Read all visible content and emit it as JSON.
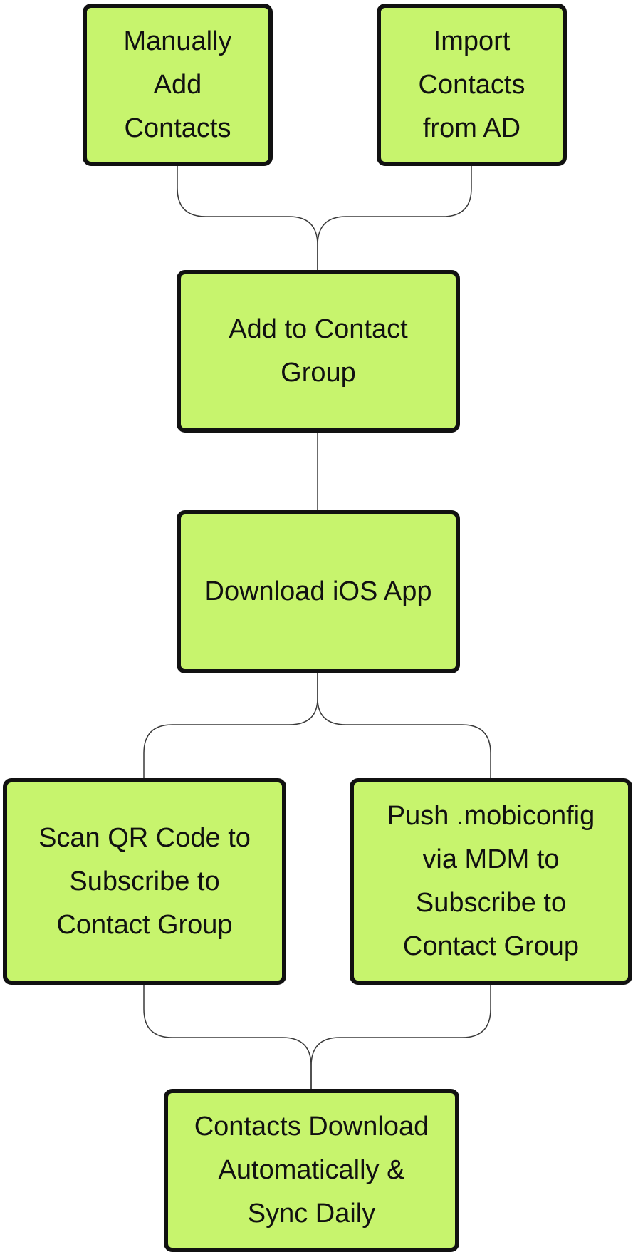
{
  "diagram": {
    "nodes": {
      "manual_add": "Manually\nAdd\nContacts",
      "import_ad": "Import\nContacts\nfrom AD",
      "add_to_group": "Add to Contact\nGroup",
      "download_app": "Download iOS App",
      "scan_qr": "Scan QR Code to\nSubscribe to\nContact Group",
      "push_mdm": "Push .mobiconfig\nvia MDM to\nSubscribe to\nContact Group",
      "auto_sync": "Contacts Download\nAutomatically &\nSync Daily"
    },
    "colors": {
      "node_fill": "#c7f46d",
      "node_border": "#111111",
      "connector": "#3a3a3a",
      "background": "#ffffff"
    }
  }
}
